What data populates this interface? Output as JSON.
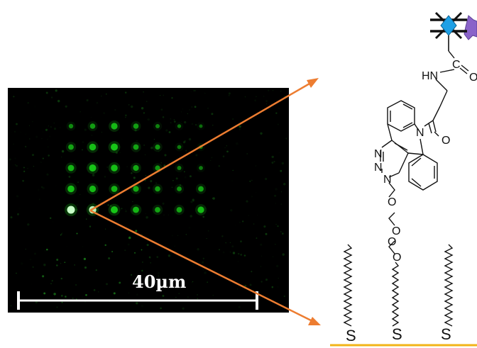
{
  "micrograph": {
    "scale_bar_label": "40µm",
    "spot_color": "#19d419",
    "background_color": "#000000",
    "spot_grid": {
      "rows": 5,
      "cols": 7
    }
  },
  "arrows": {
    "color": "#ed7d31"
  },
  "molecule": {
    "atoms": {
      "carbonyl_c": "C",
      "carbonyl_o_top": "O",
      "amide_nh": "HN",
      "amide_o": "O",
      "ring_n": "N",
      "triazole_n1": "N",
      "triazole_n2": "N",
      "triazole_n3": "N",
      "ether_o": [
        "O",
        "O",
        "O",
        "O"
      ],
      "sulfur": [
        "S",
        "S",
        "S"
      ]
    },
    "label_colors": {
      "protein_blue": "#1ea0e6",
      "protein_purple": "#8a63c9"
    },
    "surface_color": "#f2b418"
  }
}
